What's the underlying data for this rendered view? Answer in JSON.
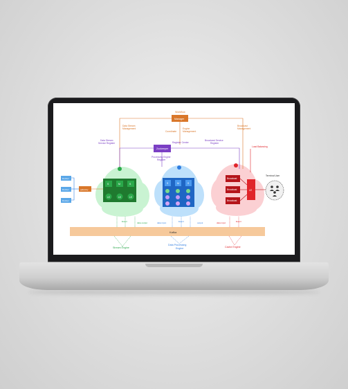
{
  "diagram": {
    "top": {
      "workflow_label": "Workflow",
      "manager": "Manager",
      "data_stream_mgmt": [
        "Data Stream",
        "Management"
      ],
      "coordinate": "Coordinate",
      "engine_mgmt": [
        "Engine",
        "Management"
      ],
      "broadcast_mgmt": [
        "Broadcast",
        "Management"
      ]
    },
    "middle": {
      "register_center": "Register Center",
      "zookeeper": "Zookeeper",
      "stream_service_register": [
        "Data Stream",
        "Service Register"
      ],
      "broadcast_service_register": [
        "Broadcast Service",
        "Register"
      ],
      "processing_engine_register": [
        "Processing Engine",
        "Register"
      ],
      "load_balancing": "Load Balancing",
      "terminal_user": "Terminal User"
    },
    "left": {
      "sources": [
        "Docker",
        "Docker",
        "Docker"
      ],
      "gateway": "gateway"
    },
    "stream_engine": {
      "top_labels": [
        "S",
        "M",
        "S"
      ],
      "bottom_labels": [
        "LE",
        "LE",
        "LE"
      ],
      "caption": "Stream Engine"
    },
    "processing_engine": {
      "top_labels": [
        "S",
        "M",
        "S"
      ],
      "caption": [
        "Data Processing",
        "Engine"
      ]
    },
    "cache_engine": {
      "broadcasts": [
        "Broadcast",
        "Broadcast",
        "Broadcast"
      ],
      "le": "LE",
      "caption": "Cache Engine"
    },
    "kafka": {
      "label": "Kafka"
    },
    "flows": {
      "event1": "Event",
      "data_output1": "data output",
      "data_input1": "data input",
      "event2": "Event",
      "output2": "output",
      "data_input2": "data input",
      "event3": "Event"
    }
  },
  "colors": {
    "orange": "#d9772a",
    "purple": "#7b3fc4",
    "green": "#2aa84a",
    "blue": "#2f7de0",
    "red": "#e0242a",
    "kafka": "#f6c99b"
  }
}
